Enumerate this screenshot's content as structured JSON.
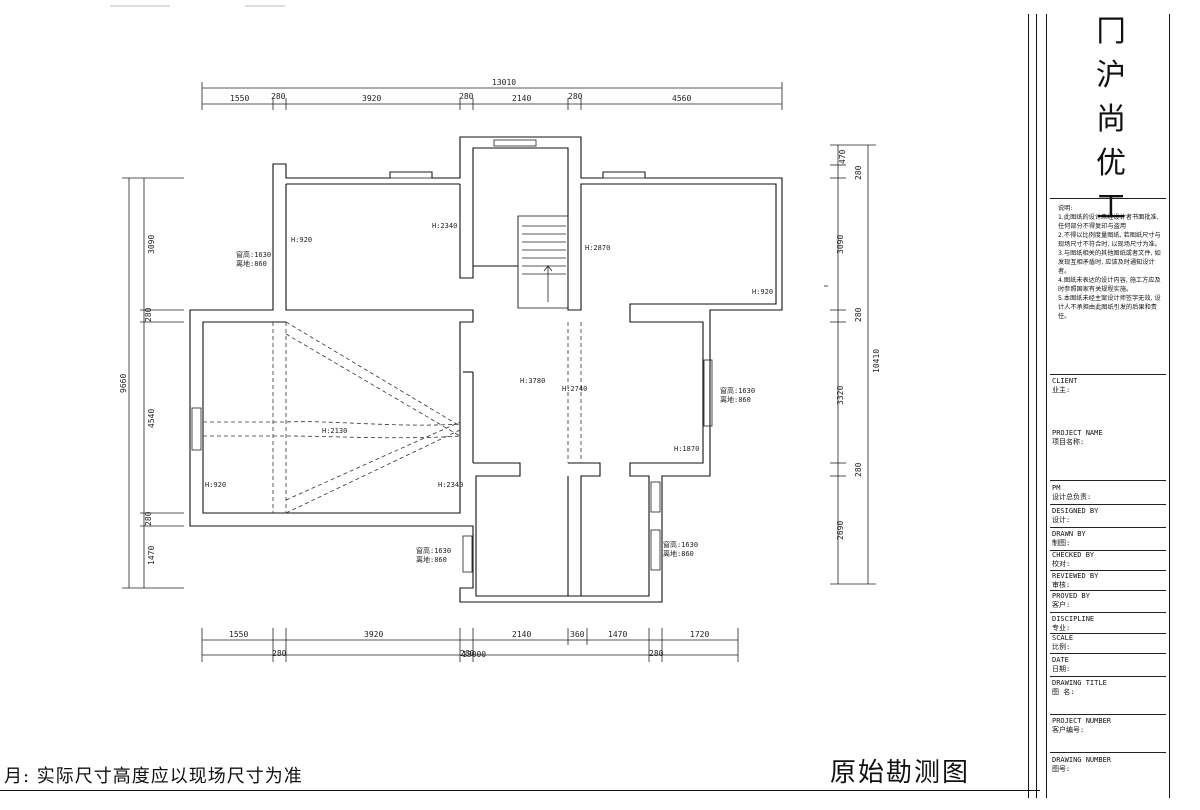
{
  "plan": {
    "overall_width": "13010",
    "overall_width_bottom": "13000",
    "overall_height_left": "9660",
    "overall_height_right": "10410",
    "top_dims": [
      "1550",
      "280",
      "3920",
      "280",
      "2140",
      "280",
      "4560"
    ],
    "bottom_dims_row1": [
      "1550",
      "3920",
      "2140",
      "360",
      "1470",
      "1720"
    ],
    "bottom_dims_row2": [
      "280",
      "280",
      "280"
    ],
    "left_dims": [
      "3090",
      "280",
      "4540",
      "280",
      "1470"
    ],
    "right_dims": [
      "470",
      "280",
      "3090",
      "280",
      "3320",
      "280",
      "2690"
    ],
    "rooms": [
      {
        "id": "r1",
        "label": "H:920"
      },
      {
        "id": "r2",
        "label": "H:2340"
      },
      {
        "id": "r3",
        "label": "H:2870"
      },
      {
        "id": "r4",
        "label": "H:920"
      },
      {
        "id": "r5",
        "label": "H:3780"
      },
      {
        "id": "r6",
        "label": "H:2740"
      },
      {
        "id": "r7",
        "label": "H:2130"
      },
      {
        "id": "r8",
        "label": "H:920"
      },
      {
        "id": "r9",
        "label": "H:2340"
      },
      {
        "id": "r10",
        "label": "H:1870"
      }
    ],
    "window_notes": [
      {
        "id": "w1",
        "line1": "窗高:1630",
        "line2": "离地:860"
      },
      {
        "id": "w2",
        "line1": "窗高:1630",
        "line2": "离地:860"
      },
      {
        "id": "w3",
        "line1": "窗高:1630",
        "line2": "离地:860"
      },
      {
        "id": "w4",
        "line1": "窗高:1630",
        "line2": "离地:860"
      }
    ]
  },
  "title_block": {
    "company": [
      "冂",
      "沪",
      "尚",
      "优",
      "工"
    ],
    "notes_title": "说明:",
    "notes": [
      "1.此图纸的设计未经设计者书面批准, 任何部分不得复印与盗用",
      "2.不得以比例度量图纸, 若图纸尺寸与现场尺寸不符合时, 以现场尺寸为准。",
      "3.与图纸相关的其他图纸或者文件, 如发现互相矛盾时, 应该及时通知设计者。",
      "4.图纸未表达的设计内容, 施工方应及时参照国家有关规程实施。",
      "5.本图纸未经主案设计师签字无效, 设计人不承担由此图纸引发的后果和责任。"
    ],
    "client": "CLIENT\n业主:",
    "project_name": "PROJECT NAME\n项目名称:",
    "pm": "PM\n设计总负责:",
    "designed_by": "DESIGNED BY\n设计:",
    "drawn_by": "DRAWN BY\n制图:",
    "checked_by": "CHECKED BY\n校对:",
    "reviewed_by": "REVIEWED BY\n审核:",
    "proved_by": "PROVED BY\n客户:",
    "discipline": "DISCIPLINE\n专业:",
    "scale": "SCALE\n比例:",
    "date": "DATE\n日期:",
    "drawing_title": "DRAWING TITLE\n图  名:",
    "project_number": "PROJECT NUMBER\n客户编号:",
    "drawing_number": "DRAWING NUMBER\n图号:"
  },
  "footer_note": "月: 实际尺寸高度应以现场尺寸为准",
  "drawing_name": "原始勘测图"
}
